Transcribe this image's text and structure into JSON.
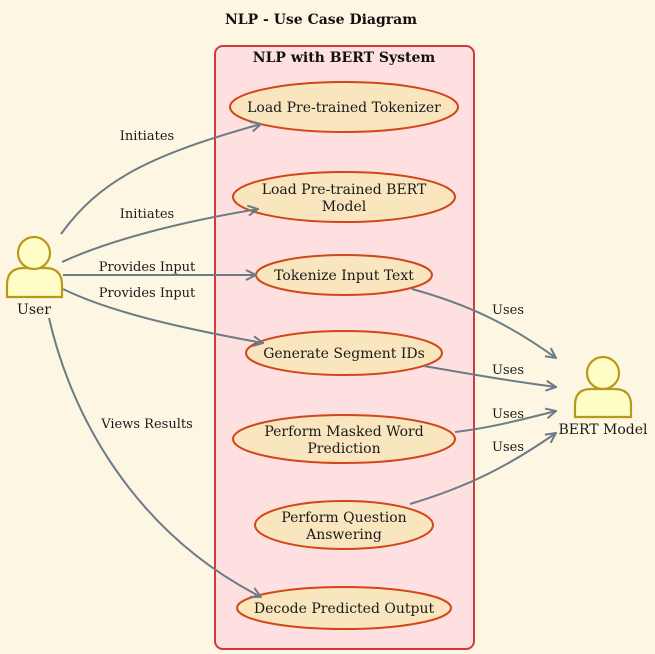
{
  "diagram": {
    "title": "NLP - Use Case Diagram",
    "system_title": "NLP with BERT System",
    "actors": {
      "user": "User",
      "bert": "BERT Model"
    },
    "use_cases": {
      "tokenizer": [
        "Load Pre-trained Tokenizer"
      ],
      "model": [
        "Load Pre-trained BERT",
        "Model"
      ],
      "tokenize": [
        "Tokenize Input Text"
      ],
      "segment": [
        "Generate Segment IDs"
      ],
      "masked": [
        "Perform Masked Word",
        "Prediction"
      ],
      "qa": [
        "Perform Question",
        "Answering"
      ],
      "decode": [
        "Decode Predicted Output"
      ]
    },
    "edges": {
      "initiates_1": "Initiates",
      "initiates_2": "Initiates",
      "provides_1": "Provides Input",
      "provides_2": "Provides Input",
      "views": "Views Results",
      "uses_1": "Uses",
      "uses_2": "Uses",
      "uses_3": "Uses",
      "uses_4": "Uses"
    },
    "colors": {
      "background": "#fdf6e3",
      "system_fill": "#ffe0e0",
      "system_border": "#d23a3a",
      "usecase_fill": "#f9e6bf",
      "usecase_border": "#d2471a",
      "actor_fill": "#fefdc5",
      "actor_border": "#b89a1a",
      "edge": "#6b7c85"
    }
  }
}
